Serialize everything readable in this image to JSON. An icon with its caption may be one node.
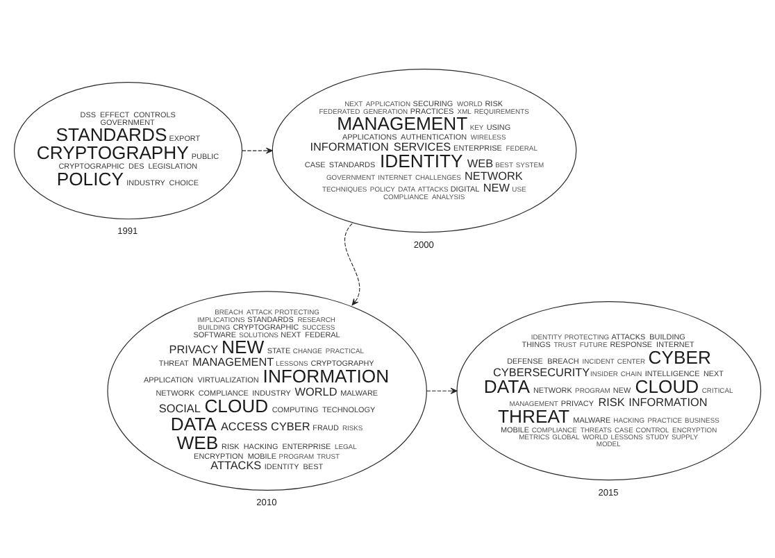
{
  "diagram": {
    "nodes": [
      {
        "text": [
          "DSS",
          "EFFECT",
          "CONTROLS",
          "GOVERNMENT",
          "STANDARDS",
          "EXPORT",
          "CRYPTOGRAPHY",
          "PUBLIC",
          "CRYPTOGRAPHIC",
          "DES",
          "LEGISLATION",
          "POLICY",
          "INDUSTRY",
          "CHOICE"
        ],
        "beside": [
          "1991"
        ]
      },
      {
        "text": [
          "NEXT",
          "APPLICATION",
          "SECURING",
          "WORLD",
          "RISK",
          "FEDERATED",
          "GENERATION",
          "PRACTICES",
          "XML",
          "REQUIREMENTS",
          "MANAGEMENT",
          "KEY",
          "USING",
          "APPLICATIONS",
          "AUTHENTICATION",
          "WIRELESS",
          "INFORMATION",
          "SERVICES",
          "ENTERPRISE",
          "FEDERAL",
          "CASE",
          "STANDARDS",
          "IDENTITY",
          "WEB",
          "BEST",
          "SYSTEM",
          "GOVERNMENT",
          "INTERNET",
          "CHALLENGES",
          "NETWORK",
          "TECHNIQUES",
          "POLICY",
          "DATA",
          "ATTACKS",
          "DIGITAL",
          "NEW",
          "USE",
          "COMPLIANCE",
          "ANALYSIS"
        ],
        "beside": [
          "2000"
        ]
      },
      {
        "text": [
          "BREACH",
          "ATTACK",
          "PROTECTING",
          "IMPLICATIONS",
          "STANDARDS",
          "RESEARCH",
          "BUILDING",
          "CRYPTOGRAPHIC",
          "SUCCESS",
          "SOFTWARE",
          "SOLUTIONS",
          "NEXT",
          "FEDERAL",
          "PRIVACY",
          "NEW",
          "STATE",
          "CHANGE",
          "PRACTICAL",
          "THREAT",
          "MANAGEMENT",
          "LESSONS",
          "CRYPTOGRAPHY",
          "APPLICATION",
          "VIRTUALIZATION",
          "INFORMATION",
          "NETWORK",
          "COMPLIANCE",
          "INDUSTRY",
          "WORLD",
          "MALWARE",
          "SOCIAL",
          "CLOUD",
          "COMPUTING",
          "TECHNOLOGY",
          "DATA",
          "ACCESS",
          "CYBER",
          "FRAUD",
          "RISKS",
          "WEB",
          "RISK",
          "HACKING",
          "ENTERPRISE",
          "LEGAL",
          "ENCRYPTION",
          "MOBILE",
          "PROGRAM",
          "TRUST",
          "ATTACKS",
          "IDENTITY",
          "BEST"
        ],
        "beside": [
          "2010"
        ]
      },
      {
        "text": [
          "IDENTITY",
          "PROTECTING",
          "ATTACKS",
          "BUILDING",
          "THINGS",
          "TRUST",
          "FUTURE",
          "RESPONSE",
          "INTERNET",
          "DEFENSE",
          "BREACH",
          "INCIDENT",
          "CENTER",
          "CYBER",
          "CYBERSECURITY",
          "INSIDER",
          "CHAIN",
          "INTELLIGENCE",
          "NEXT",
          "DATA",
          "NETWORK",
          "PROGRAM",
          "NEW",
          "CLOUD",
          "CRITICAL",
          "MANAGEMENT",
          "PRIVACY",
          "RISK",
          "INFORMATION",
          "THREAT",
          "MALWARE",
          "HACKING",
          "PRACTICE",
          "BUSINESS",
          "MOBILE",
          "COMPLIANCE",
          "THREATS",
          "CASE",
          "CONTROL",
          "ENCRYPTION",
          "METRICS",
          "GLOBAL",
          "WORLD",
          "LESSONS",
          "STUDY",
          "SUPPLY",
          "MODEL"
        ],
        "beside": [
          "2015"
        ]
      }
    ],
    "edges": [
      {
        "from": 0,
        "to": 1,
        "arrow": "to",
        "style": "dashed"
      },
      {
        "from": 1,
        "to": 2,
        "arrow": "to",
        "style": "dashed"
      },
      {
        "from": 2,
        "to": 3,
        "arrow": "to",
        "style": "dashed"
      }
    ]
  }
}
